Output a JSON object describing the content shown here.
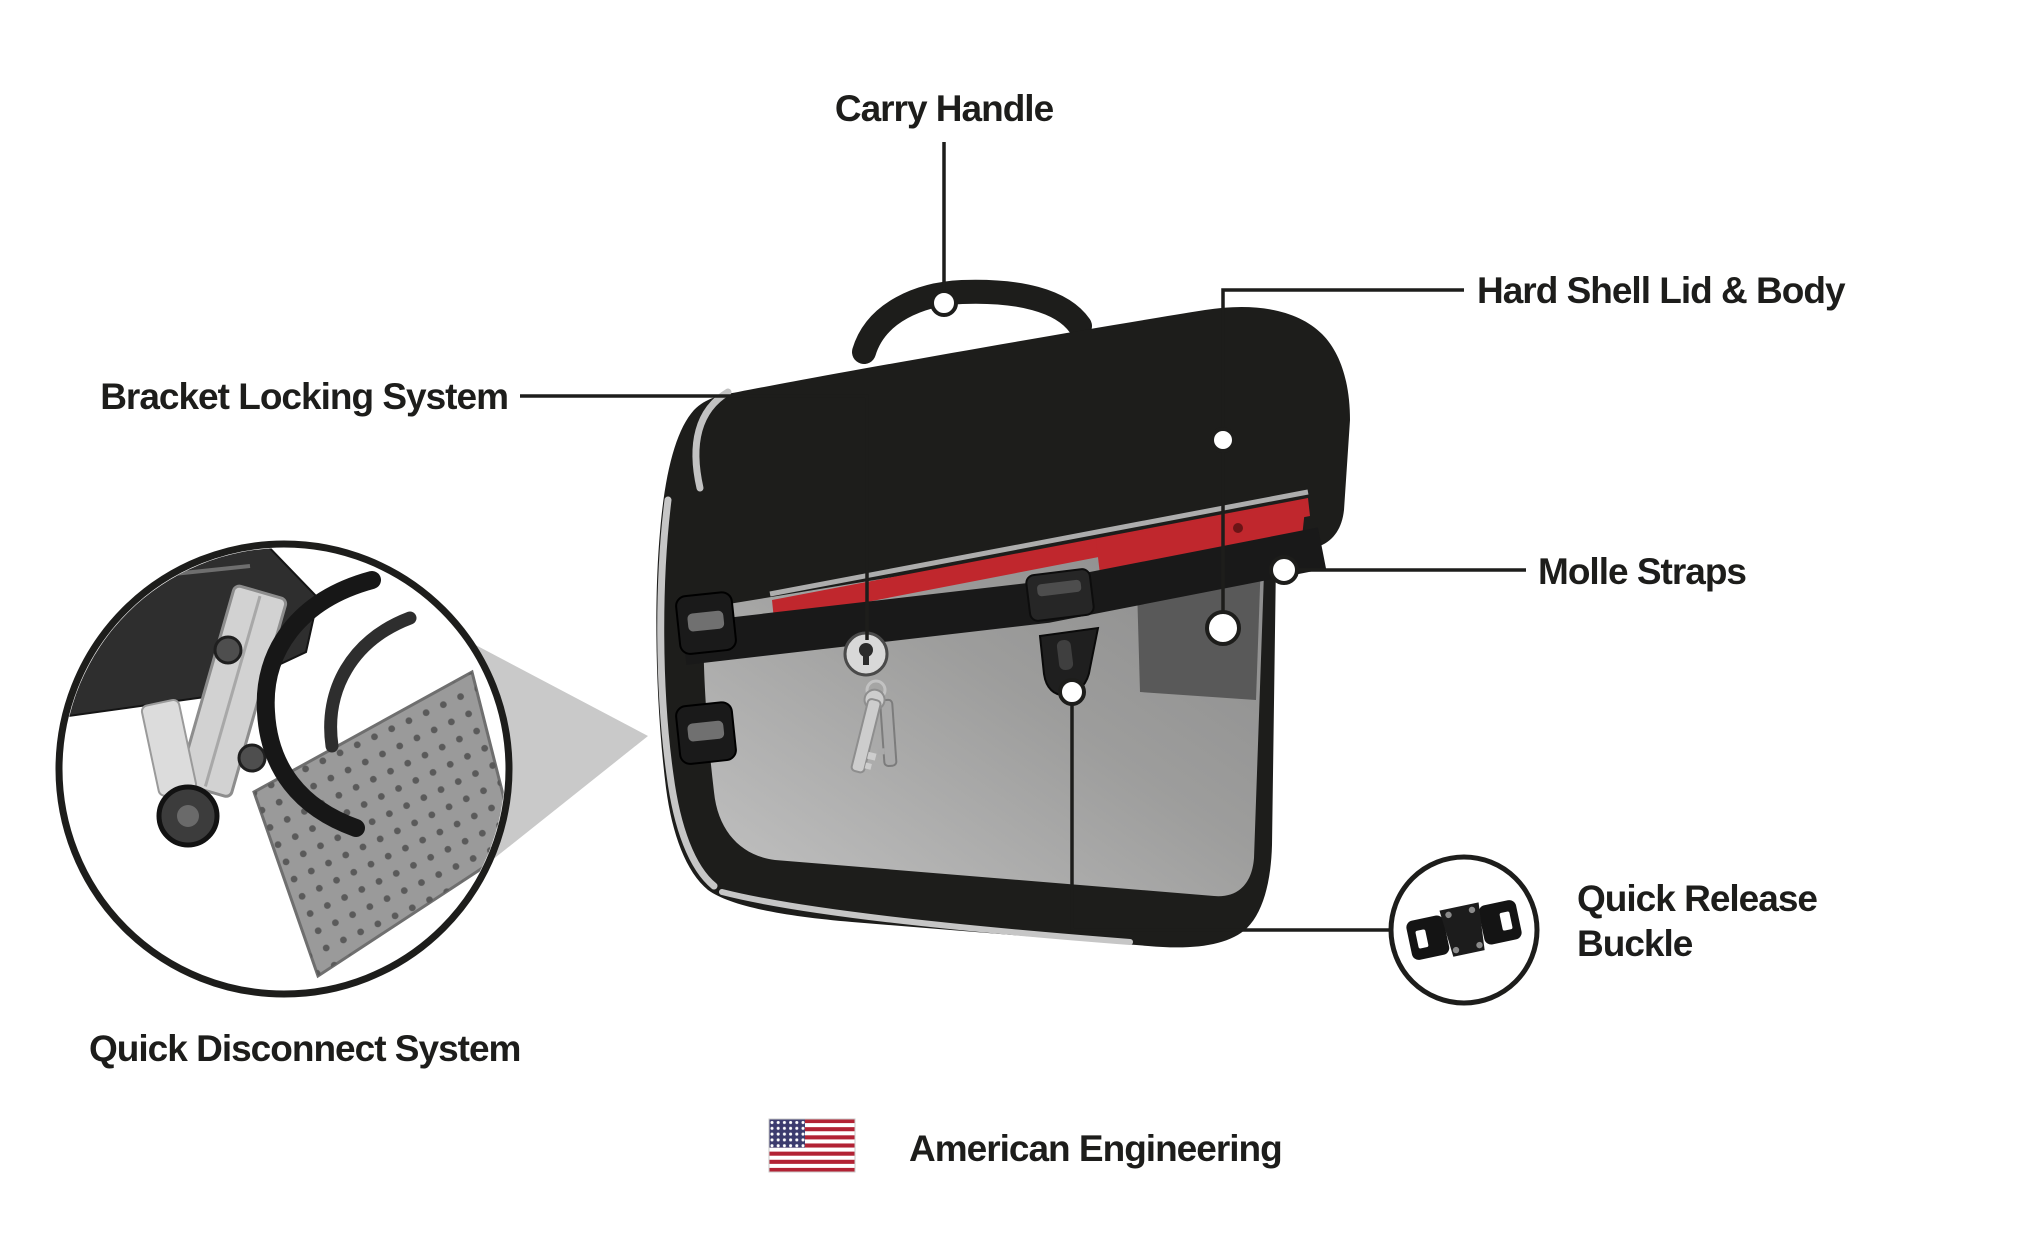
{
  "diagram": {
    "labels": {
      "carry_handle": "Carry Handle",
      "hard_shell_lid_body": "Hard Shell Lid & Body",
      "bracket_locking_system": "Bracket Locking System",
      "molle_straps": "Molle Straps",
      "quick_release_line1": "Quick Release",
      "quick_release_line2": "Buckle",
      "quick_disconnect_system": "Quick Disconnect System",
      "american_engineering": "American Engineering"
    },
    "icons": {
      "flag": "us-flag-icon",
      "buckle_inset": "quick-release-buckle-icon",
      "hardware_inset": "quick-disconnect-hardware-icon",
      "lock": "cam-lock-icon",
      "keys": "keys-icon"
    },
    "colors": {
      "label_text": "#1d1d1b",
      "annotation_line": "#1d1d1b",
      "accent_red": "#c0272d",
      "bag_black": "#1d1d1b",
      "panel_gray": "#9d9d9c",
      "pointer_gray": "#c9c9c9",
      "flag_red": "#B22234",
      "flag_blue": "#3C3B6E"
    }
  }
}
